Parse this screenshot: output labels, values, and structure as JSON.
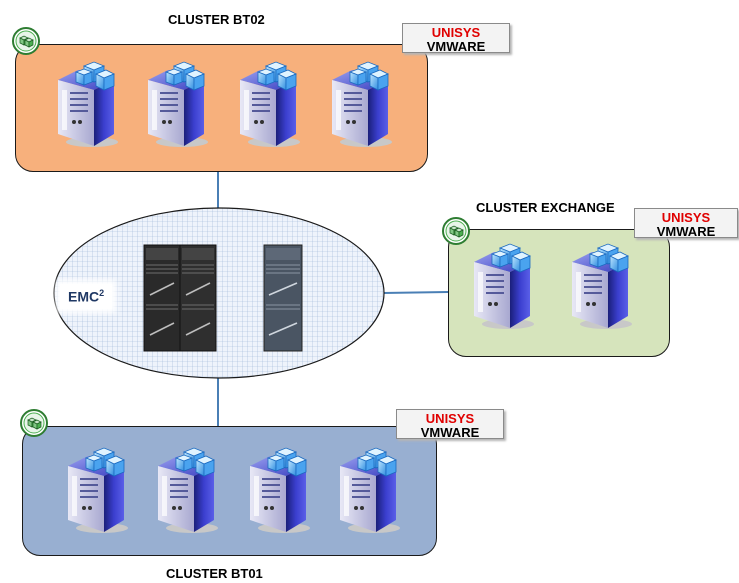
{
  "clusters": {
    "bt02": {
      "title": "CLUSTER BT02",
      "vendor_top": "UNISYS",
      "vendor_bottom": "VMWARE"
    },
    "exchange": {
      "title": "CLUSTER EXCHANGE",
      "vendor_top": "UNISYS",
      "vendor_bottom": "VMWARE"
    },
    "bt01": {
      "title": "CLUSTER BT01",
      "vendor_top": "UNISYS",
      "vendor_bottom": "VMWARE"
    }
  },
  "storage": {
    "label": "EMC",
    "label_sup": "2"
  },
  "icons": {
    "server": "server-tower-icon",
    "badge": "vmware-cluster-badge-icon",
    "storage": "emc-storage-array-icon"
  },
  "colors": {
    "bt02_fill": "#f7b07c",
    "exchange_fill": "#d6e4bc",
    "bt01_fill": "#98afd1",
    "vendor_accent": "#e00000",
    "link": "#4a7fb5"
  }
}
